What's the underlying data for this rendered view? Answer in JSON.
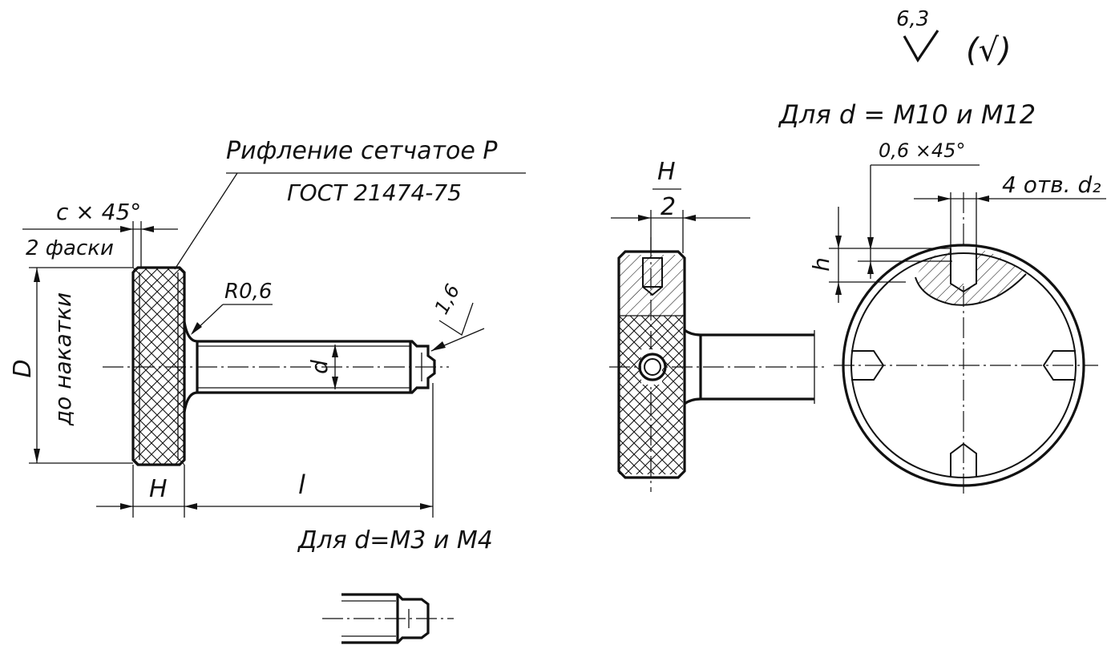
{
  "surface_roughness": {
    "value": "6,3",
    "general_mark": "(√)"
  },
  "knurl_note": {
    "line1": "Рифление сетчатое Р",
    "line2": "ГОСТ 21474-75"
  },
  "left_view": {
    "chamfer_label": "с × 45°",
    "chamfer_count": "2 фаски",
    "diameter_label": "D",
    "diameter_note": "до накатки",
    "fillet_label": "R0,6",
    "roughness_label": "1,6",
    "thread_label": "d",
    "height_label": "H",
    "length_label": "l",
    "caption": "Для d=M3 и M4"
  },
  "right_view": {
    "caption": "Для  d = M10 и  M12",
    "half_height_top": "H",
    "half_height_bottom": "2",
    "chamfer_label": "0,6 ×45°",
    "holes_label": "4 отв. d₂",
    "depth_label": "h"
  }
}
